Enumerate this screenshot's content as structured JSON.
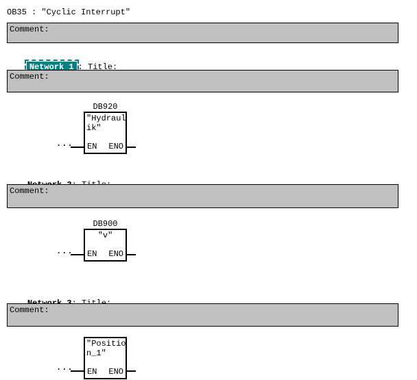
{
  "header": {
    "title": "OB35 : \"Cyclic Interrupt\""
  },
  "ob_comment": {
    "label": "Comment:"
  },
  "networks": [
    {
      "label": "Network 1",
      "title_suffix": ": Title:",
      "comment": "Comment:",
      "selected": true,
      "call": {
        "db": "DB920",
        "name_lines": [
          "\"Hydraul",
          "ik\""
        ],
        "en": "EN",
        "eno": "ENO",
        "rail": "..."
      }
    },
    {
      "label": "Network 2",
      "title_suffix": ": Title:",
      "comment": "Comment:",
      "selected": false,
      "call": {
        "db": "DB900",
        "name_lines": [
          "\"v\""
        ],
        "en": "EN",
        "eno": "ENO",
        "rail": "..."
      }
    },
    {
      "label": "Network 3",
      "title_suffix": ": Title:",
      "comment": "Comment:",
      "selected": false,
      "call": {
        "db": "",
        "name_lines": [
          "\"Positio",
          "n_1\""
        ],
        "en": "EN",
        "eno": "ENO",
        "rail": "..."
      }
    }
  ],
  "colors": {
    "canvas_bg": "#ffffff",
    "comment_bg": "#c0c0c0",
    "selection_bg": "#008080",
    "selection_text": "#ffffff",
    "wire": "#000000",
    "border": "#000000"
  }
}
